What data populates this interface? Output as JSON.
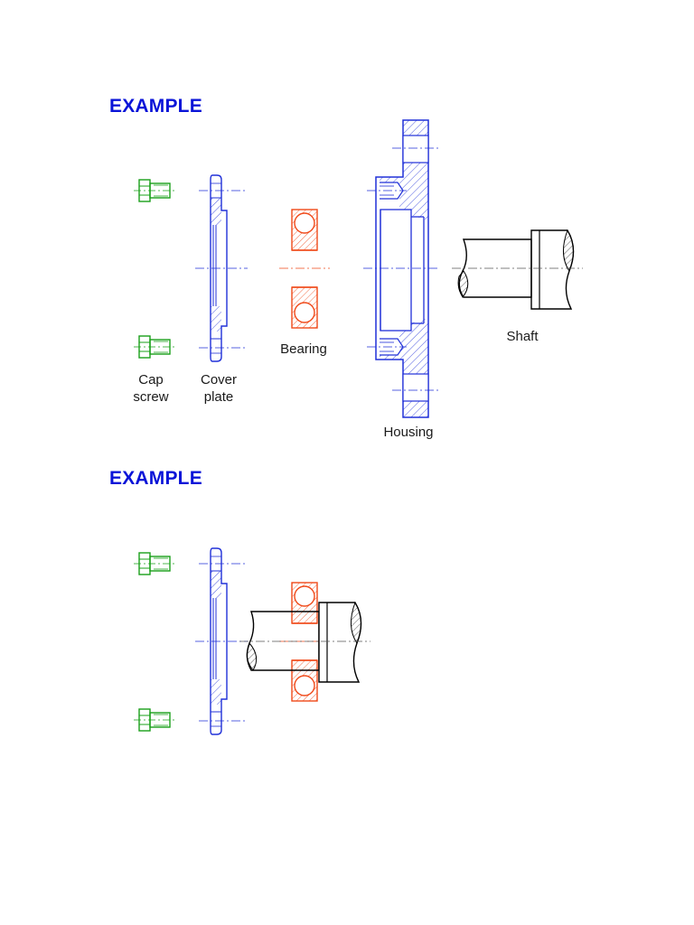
{
  "headings": [
    "EXAMPLE",
    "EXAMPLE"
  ],
  "labels": {
    "cap": "Cap",
    "screw": "screw",
    "cover": "Cover",
    "plate": "plate",
    "bearing": "Bearing",
    "housing": "Housing",
    "shaft": "Shaft"
  },
  "colors": {
    "heading": "#0a14d8",
    "cap_screw": "#1aa01a",
    "cover_plate": "#2030d8",
    "housing": "#2030d8",
    "bearing": "#f04a1a",
    "shaft": "#000000",
    "hatch": "#555555"
  }
}
